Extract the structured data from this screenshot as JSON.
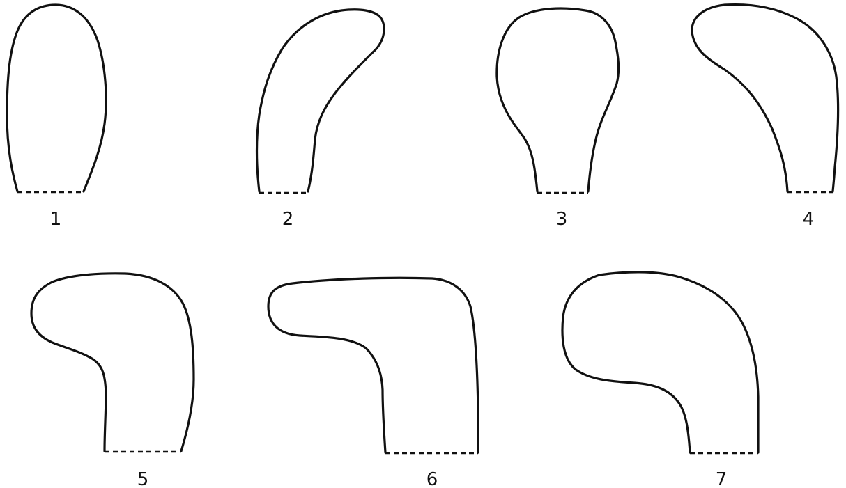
{
  "figure": {
    "shapes": [
      {
        "label": "1"
      },
      {
        "label": "2"
      },
      {
        "label": "3"
      },
      {
        "label": "4"
      },
      {
        "label": "5"
      },
      {
        "label": "6"
      },
      {
        "label": "7"
      }
    ]
  }
}
